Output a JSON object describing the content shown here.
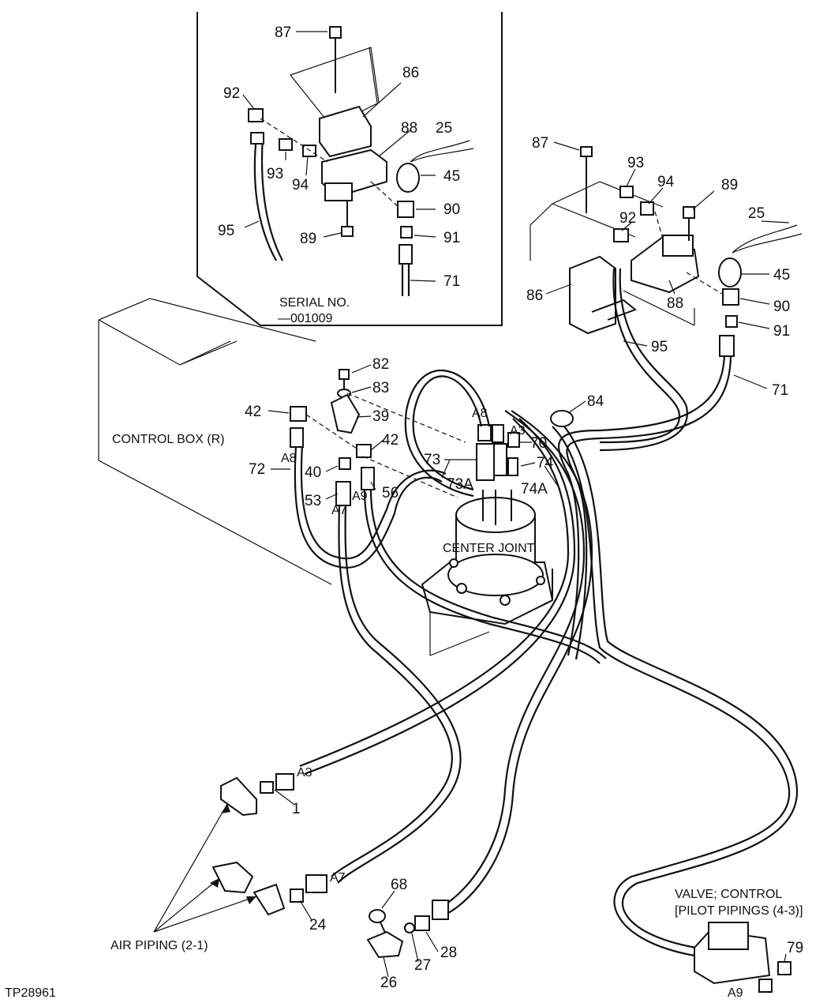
{
  "figure_id": "TP28961",
  "inset": {
    "serial_line1": "SERIAL NO.",
    "serial_line2": "—001009",
    "labels": [
      "87",
      "86",
      "92",
      "88",
      "25",
      "93",
      "94",
      "45",
      "90",
      "95",
      "89",
      "91",
      "71"
    ]
  },
  "main": {
    "labels": [
      "87",
      "93",
      "94",
      "89",
      "92",
      "25",
      "45",
      "86",
      "88",
      "90",
      "91",
      "95",
      "71",
      "82",
      "83",
      "84",
      "42",
      "39",
      "42",
      "70",
      "74",
      "73",
      "73A",
      "74A",
      "40",
      "56",
      "53",
      "72",
      "1",
      "24",
      "68",
      "28",
      "27",
      "26",
      "79"
    ],
    "hose_tags": [
      "A8",
      "A8",
      "A3",
      "A9",
      "A7",
      "A3",
      "A7",
      "A9"
    ]
  },
  "callouts": {
    "control_box": "CONTROL BOX (R)",
    "center_joint": "CENTER JOINT",
    "air_piping": "AIR PIPING (2-1)",
    "valve_line1": "VALVE; CONTROL",
    "valve_line2": "[PILOT PIPINGS (4-3)]"
  }
}
